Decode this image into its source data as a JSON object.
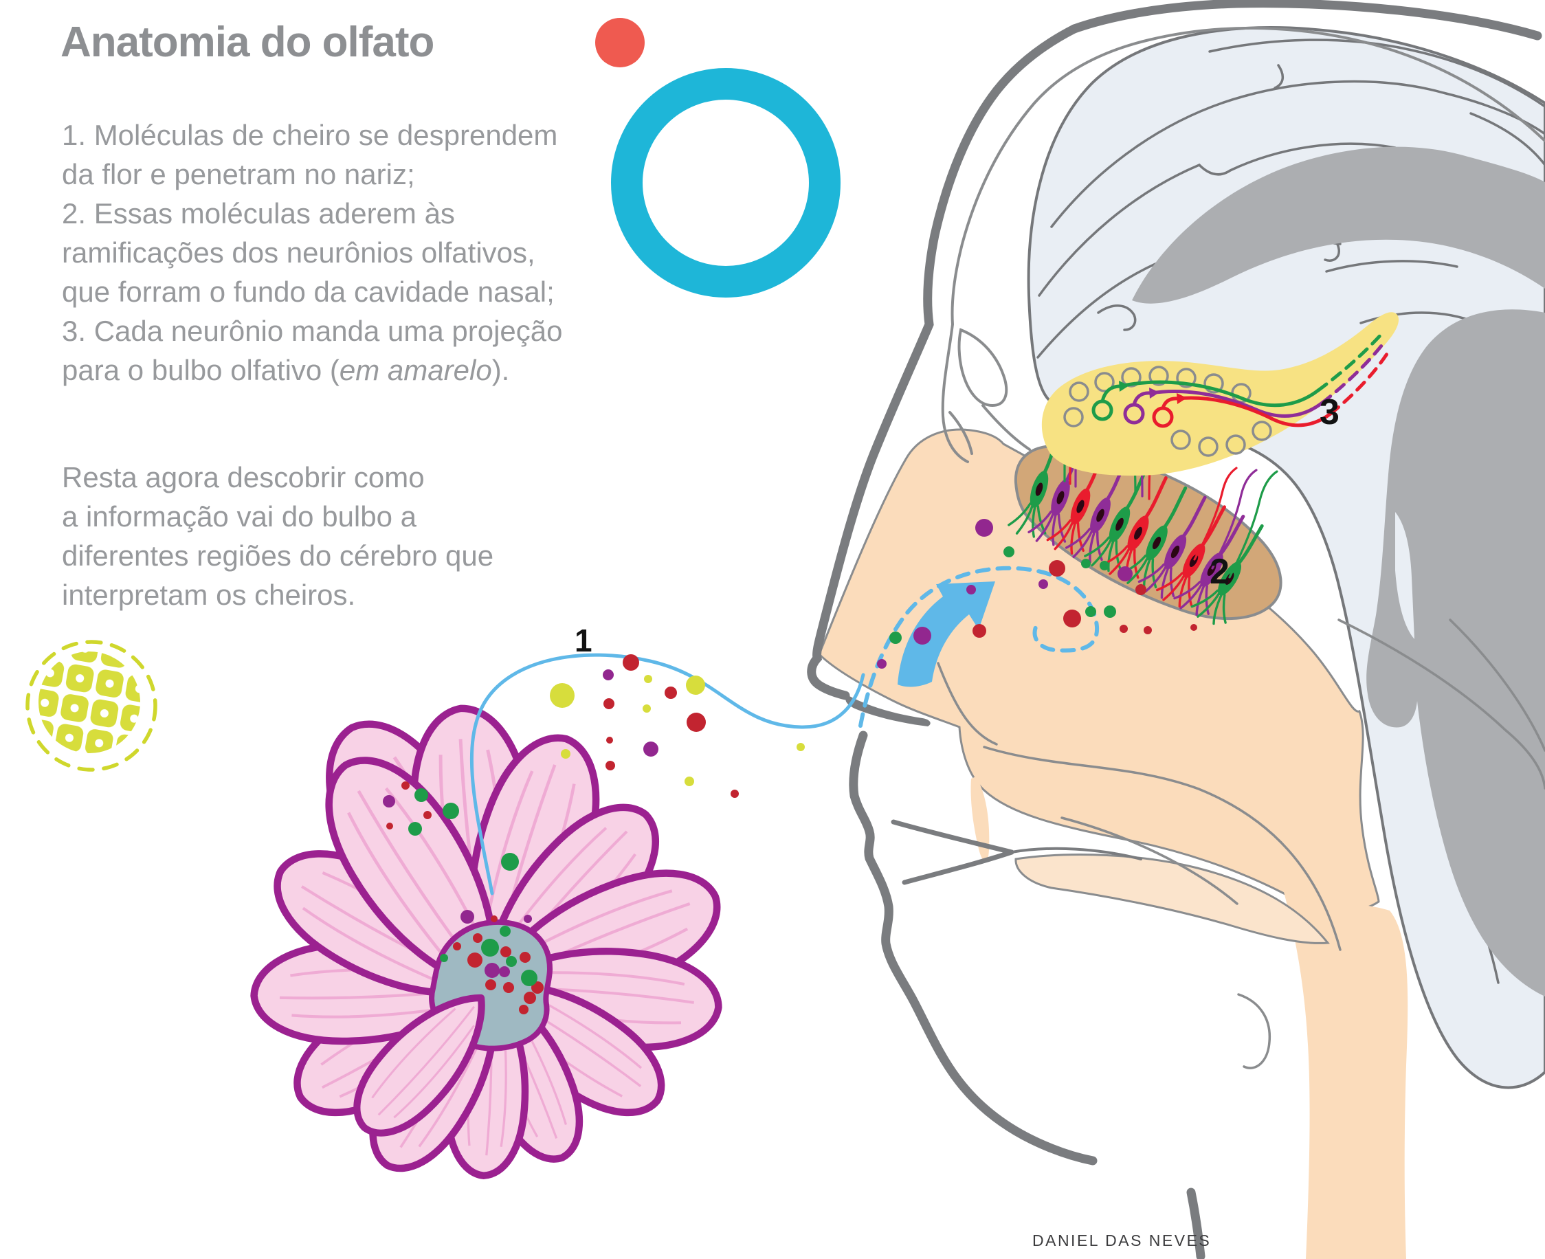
{
  "title": "Anatomia do olfato",
  "intro": {
    "lines": [
      "1. Moléculas de cheiro se desprendem",
      "da flor e penetram no nariz;",
      "2. Essas moléculas aderem às",
      "ramificações dos neurônios olfativos,",
      "que forram o fundo da cavidade nasal;",
      "3. Cada neurônio manda uma projeção"
    ],
    "italic_line": {
      "pre": "para o bulbo olfativo (",
      "italic": "em amarelo",
      "post": ")."
    },
    "closing_lines": [
      "Resta agora descobrir como",
      "a informação vai do bulbo a",
      "diferentes regiões do cérebro que",
      "interpretam os cheiros."
    ]
  },
  "labels": {
    "step1": "1",
    "step2": "2",
    "step3": "3"
  },
  "credit": "DANIEL DAS NEVES",
  "colors": {
    "title_gray": "#8D8F92",
    "body_gray": "#97999C",
    "red_dot": "#EF5A50",
    "cyan_ring": "#1EB6D8",
    "lime": "#D7DD3C",
    "flower_outline": "#9B2190",
    "petal_pink": "#F8D2E6",
    "petal_vein": "#EFABD4",
    "flower_center": "#9FB9C2",
    "skin_peach": "#FBDCBB",
    "epithelium_tan": "#D2A778",
    "bulb_yellow": "#F7E283",
    "brain_blue": "#E9EEF4",
    "structure_gray": "#ACAEB1",
    "outline_gray": "#7A7C7F",
    "neuron_green": "#1E9C49",
    "neuron_red": "#E91C2D",
    "neuron_purple": "#8F2D98",
    "air_blue": "#5FB8E8",
    "molecule_red": "#C22430",
    "molecule_green": "#1E9C49",
    "molecule_purple": "#92278F",
    "label_black": "#121212",
    "credit_gray": "#3C3C3E"
  }
}
